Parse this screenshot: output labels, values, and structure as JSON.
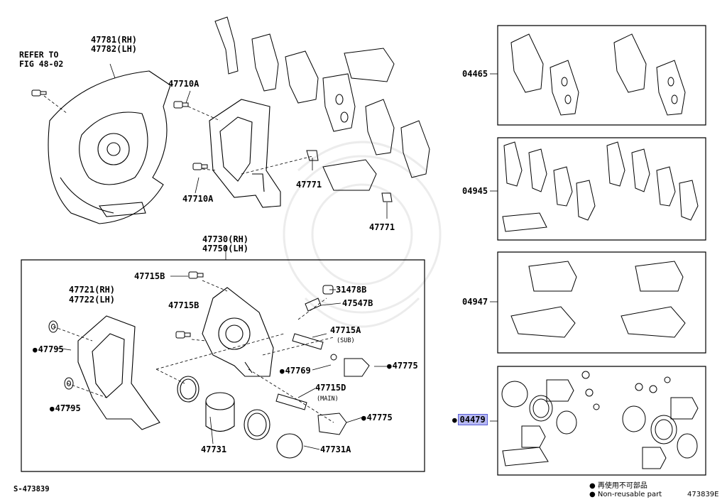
{
  "header": {
    "refer_line1": "REFER TO",
    "refer_line2": "FIG 48-02"
  },
  "labels": {
    "p47781": "47781(RH)",
    "p47782": "47782(LH)",
    "p47710A_top": "47710A",
    "p47710A_bot": "47710A",
    "p47771_a": "47771",
    "p47771_b": "47771",
    "p47730": "47730(RH)",
    "p47750": "47750(LH)",
    "p47715B_a": "47715B",
    "p47715B_b": "47715B",
    "p31478B": "31478B",
    "p47547B": "47547B",
    "p47715A": "47715A",
    "p47715A_sub": "(SUB)",
    "p47721": "47721(RH)",
    "p47722": "47722(LH)",
    "p47795_a": "47795",
    "p47795_b": "47795",
    "p47769": "47769",
    "p47775_a": "47775",
    "p47775_b": "47775",
    "p47715D": "47715D",
    "p47715D_main": "(MAIN)",
    "p47731": "47731",
    "p47731A": "47731A"
  },
  "kits": [
    {
      "code": "04465"
    },
    {
      "code": "04945"
    },
    {
      "code": "04947"
    },
    {
      "code": "04479"
    }
  ],
  "footer": {
    "diagram_id": "S-473839",
    "legend_jp": "再使用不可部品",
    "legend_en": "Non-reusable part",
    "figure_no": "473839E"
  }
}
